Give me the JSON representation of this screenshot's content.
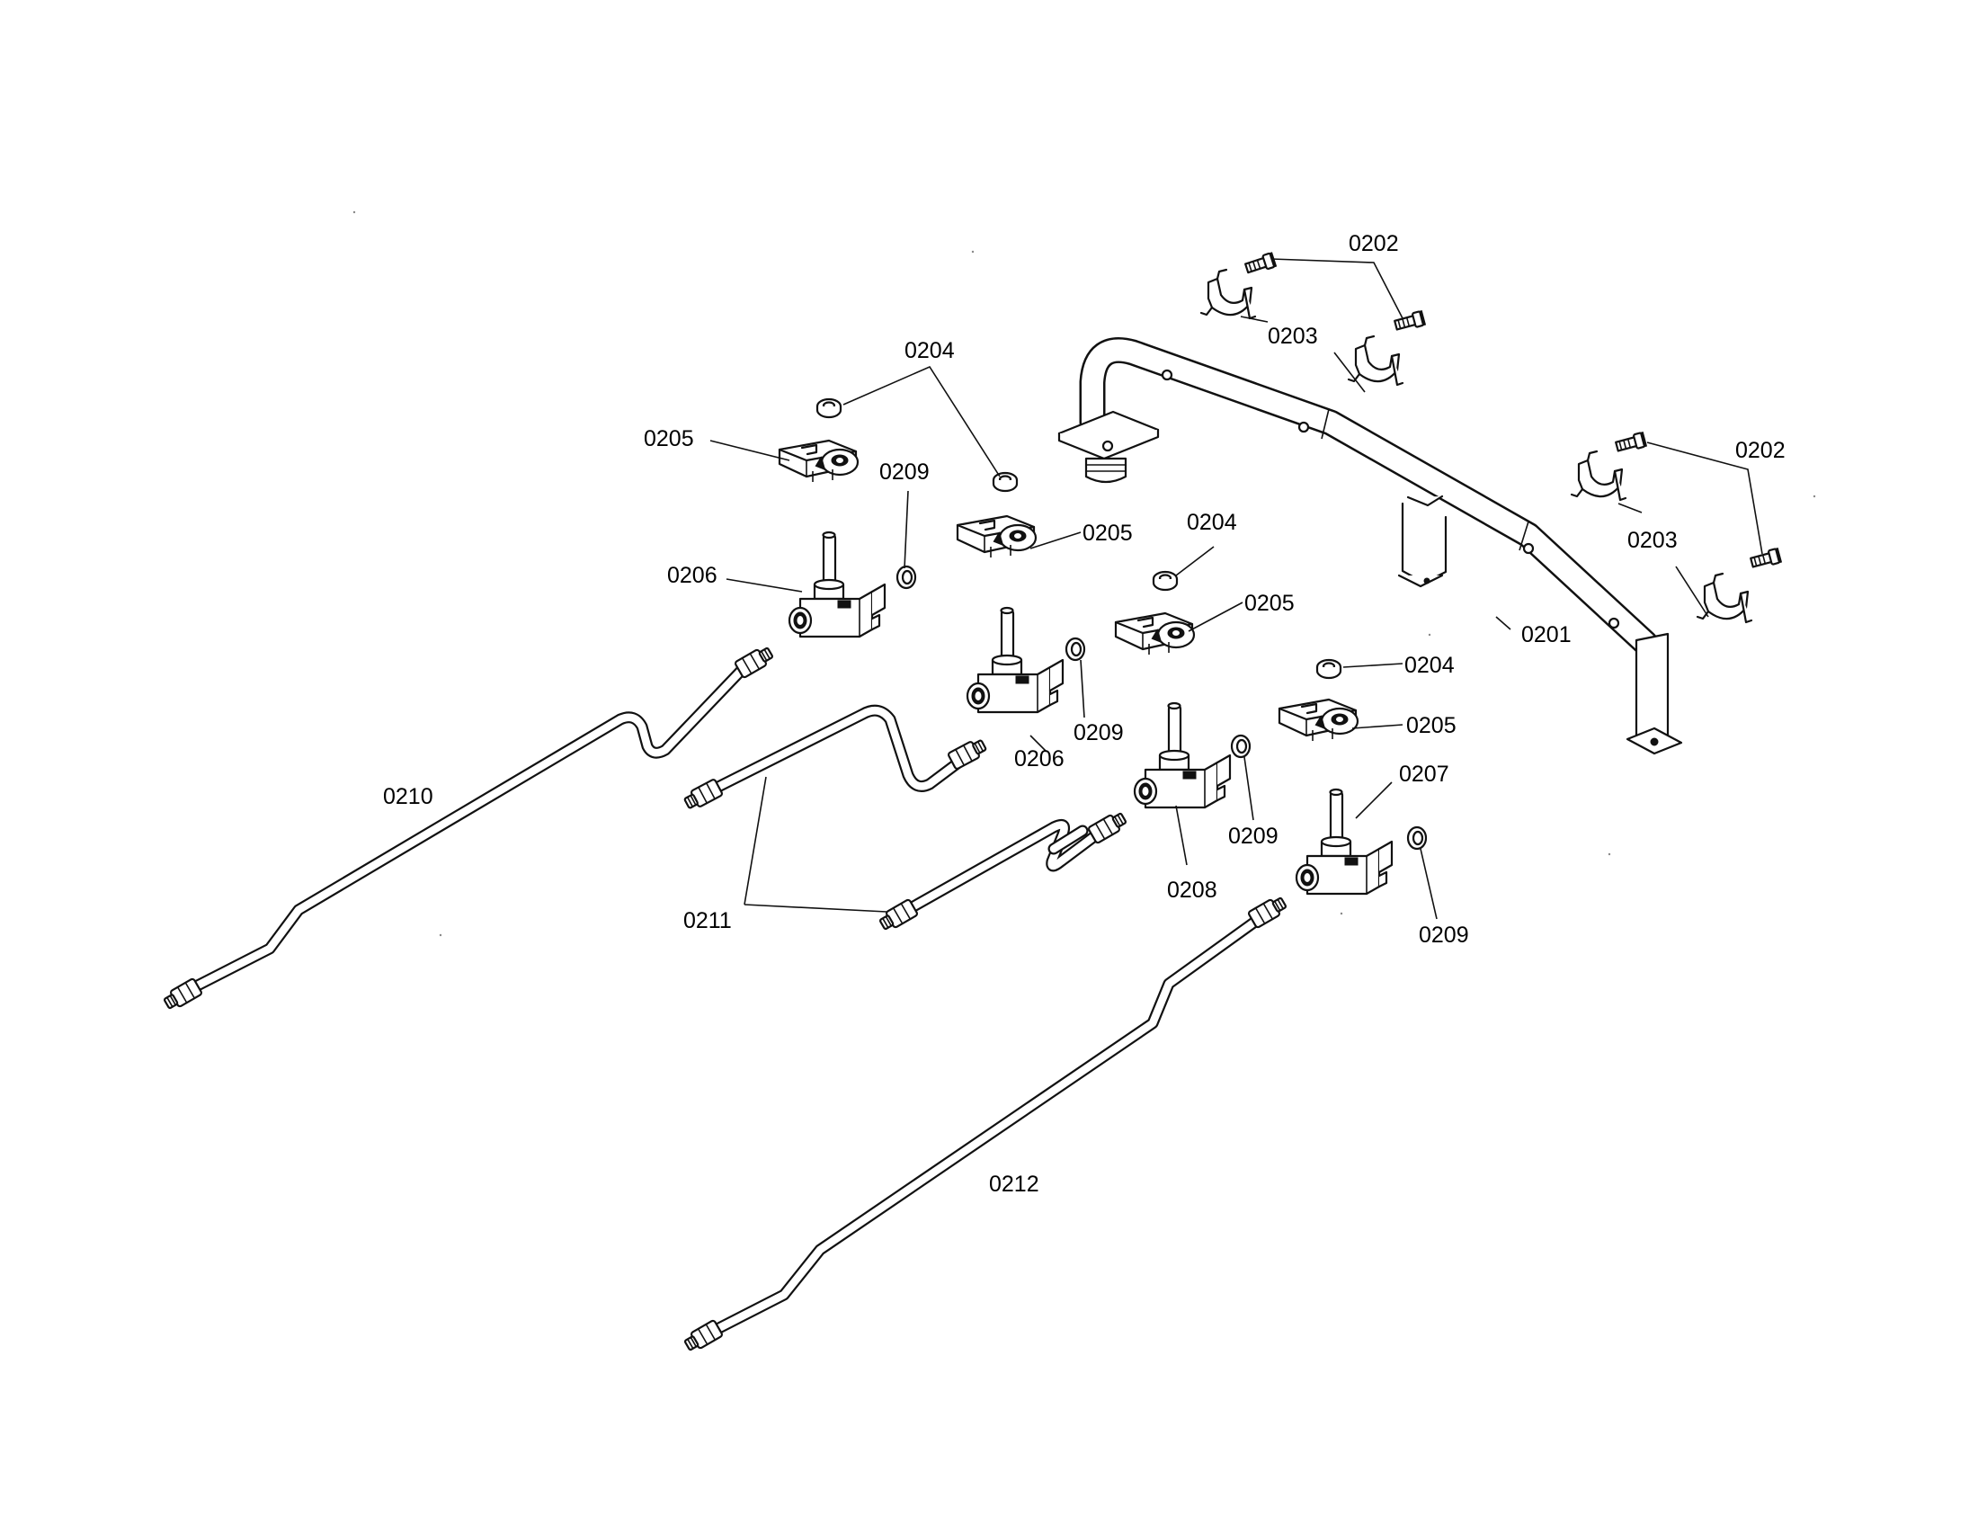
{
  "diagram": {
    "type": "exploded parts diagram",
    "labels": {
      "p0201": "0201",
      "p0202": "0202",
      "p0203": "0203",
      "p0204": "0204",
      "p0205": "0205",
      "p0206": "0206",
      "p0207": "0207",
      "p0208": "0208",
      "p0209": "0209",
      "p0210": "0210",
      "p0211": "0211",
      "p0212": "0212"
    }
  }
}
